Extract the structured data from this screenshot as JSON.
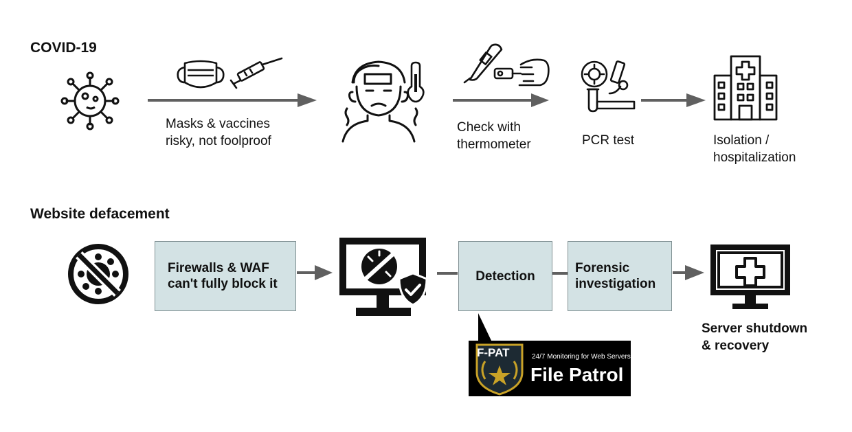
{
  "covid": {
    "heading": "COVID-19",
    "prevention_lines": [
      "Masks & vaccines",
      "risky, not foolproof"
    ],
    "check_lines": [
      "Check with",
      "thermometer"
    ],
    "pcr": "PCR test",
    "isolation_lines": [
      "Isolation /",
      "hospitalization"
    ]
  },
  "web": {
    "heading": "Website defacement",
    "firewall_lines": [
      "Firewalls & WAF",
      "can't fully block it"
    ],
    "detection": "Detection",
    "forensic_lines": [
      "Forensic",
      "investigation"
    ],
    "shutdown_lines": [
      "Server shutdown",
      "& recovery"
    ]
  },
  "logo": {
    "short": "F-PAT",
    "tagline": "24/7 Monitoring for Web Servers",
    "name": "File Patrol"
  },
  "colors": {
    "arrow": "#606060",
    "box_fill": "#d3e2e4",
    "box_border": "#7f8f92",
    "logo_bg": "#000000",
    "logo_gold": "#c9a227"
  },
  "icons": [
    "virus-icon",
    "mask-icon",
    "syringe-icon",
    "sick-person-icon",
    "thermometer-icon",
    "digital-thermometer-icon",
    "hand-icon",
    "microscope-icon",
    "hospital-icon",
    "no-virus-icon",
    "infected-monitor-icon",
    "shield-check-icon",
    "medical-monitor-icon",
    "badge-icon"
  ]
}
